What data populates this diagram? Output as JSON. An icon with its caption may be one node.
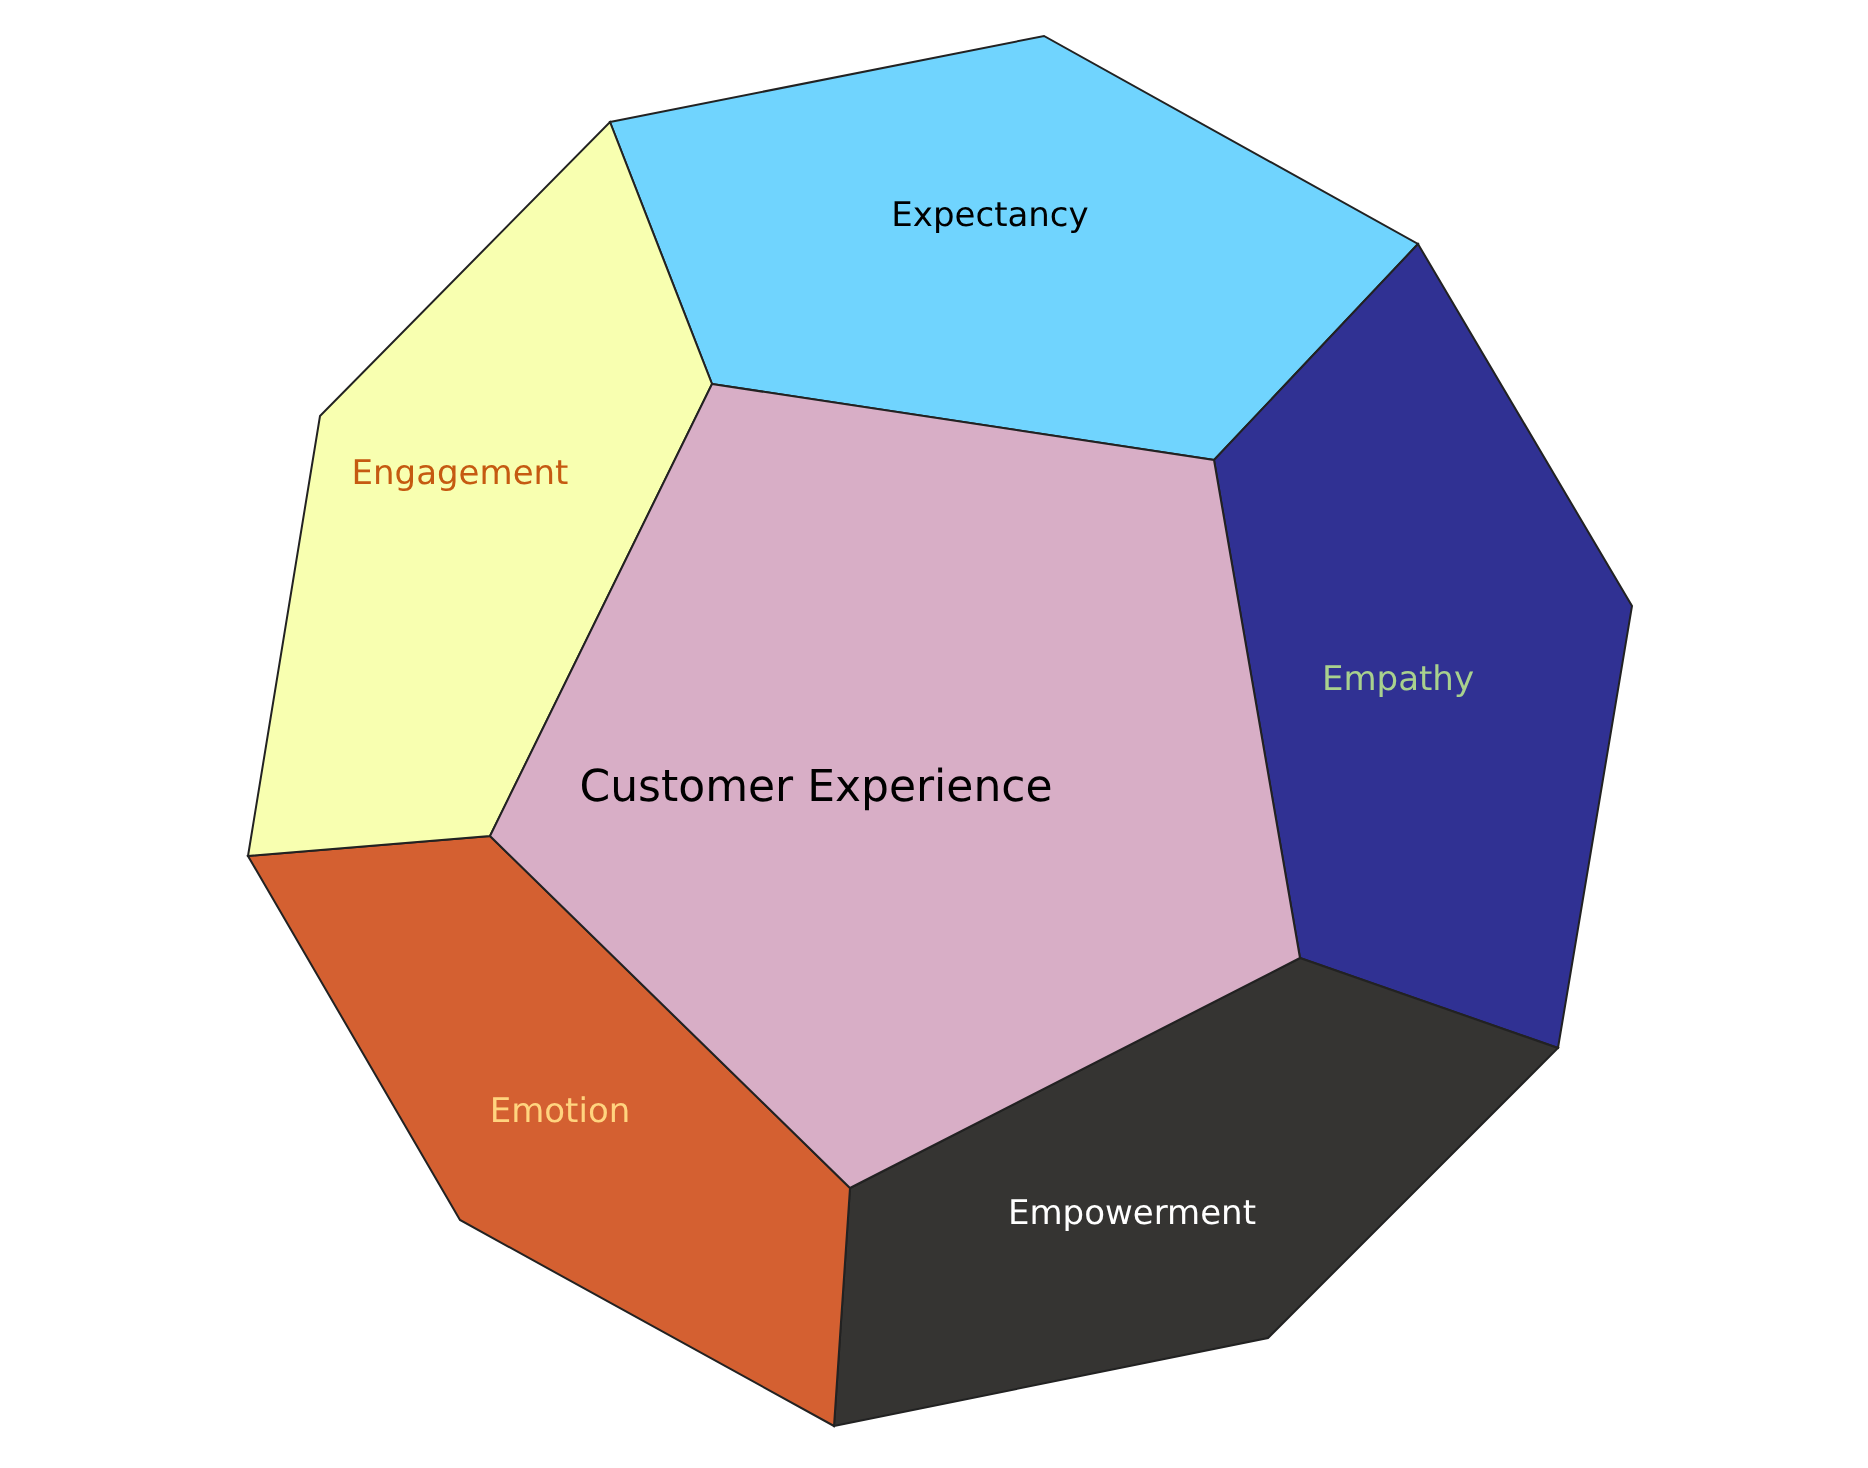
{
  "diagram": {
    "nodes": [
      {
        "text": [
          "Customer Experience"
        ]
      },
      {
        "text": [
          "Expectancy"
        ]
      },
      {
        "text": [
          "Empathy"
        ]
      },
      {
        "text": [
          "Empowerment"
        ]
      },
      {
        "text": [
          "Emotion"
        ]
      },
      {
        "text": [
          "Engagement"
        ]
      }
    ],
    "edges": []
  }
}
